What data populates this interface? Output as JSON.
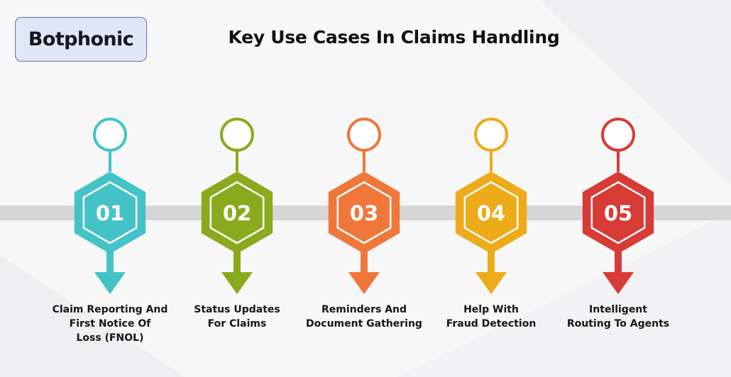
{
  "logo": {
    "text": "Botphonic"
  },
  "title": "Key Use Cases In Claims Handling",
  "steps": [
    {
      "number": "01",
      "color": "#43c3c8",
      "lines": [
        "Claim Reporting And",
        "First Notice Of",
        "Loss (FNOL)"
      ]
    },
    {
      "number": "02",
      "color": "#8aaa1d",
      "lines": [
        "Status Updates",
        "For Claims"
      ]
    },
    {
      "number": "03",
      "color": "#f0773a",
      "lines": [
        "Reminders And",
        "Document Gathering"
      ]
    },
    {
      "number": "04",
      "color": "#edaa19",
      "lines": [
        "Help With",
        "Fraud Detection"
      ]
    },
    {
      "number": "05",
      "color": "#d63b36",
      "lines": [
        "Intelligent",
        "Routing To Agents"
      ]
    }
  ]
}
